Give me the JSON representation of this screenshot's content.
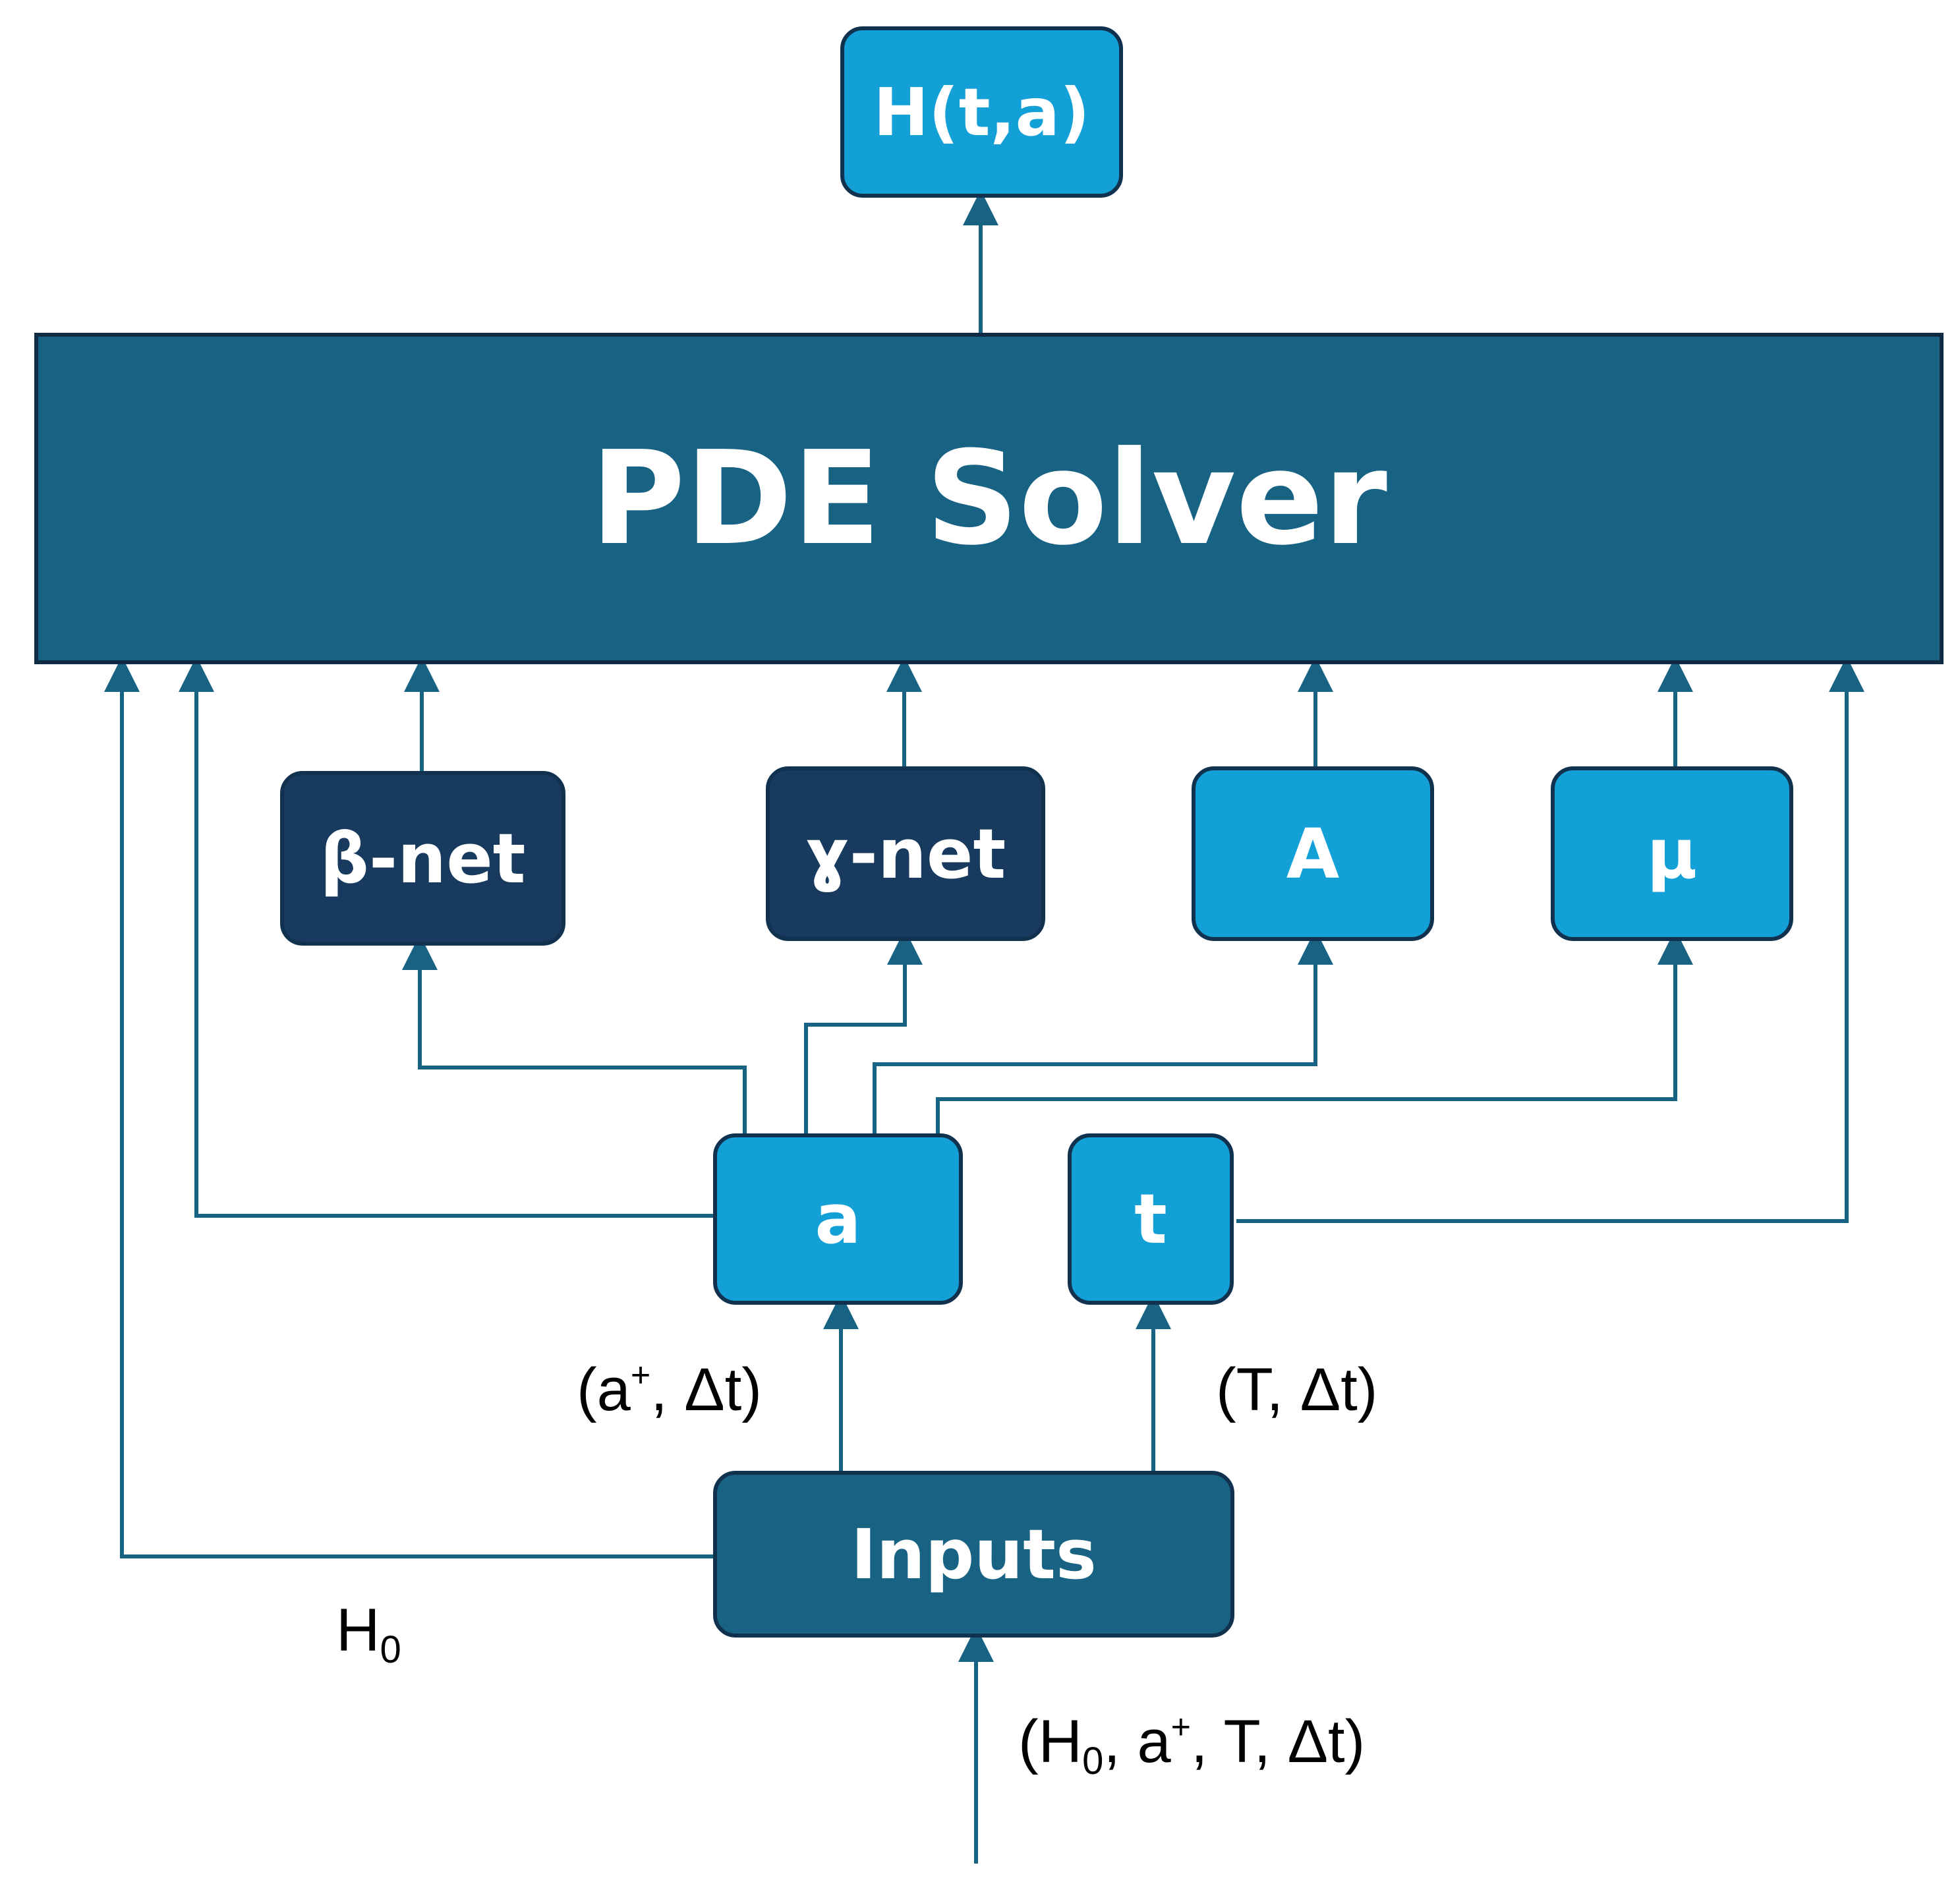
{
  "nodes": {
    "output": "H(t,a)",
    "solver": "PDE Solver",
    "beta_net": "β-net",
    "gamma_net": "ɣ-net",
    "A": "A",
    "mu": "μ",
    "a": "a",
    "t": "t",
    "inputs": "Inputs"
  },
  "labels": {
    "a_input": {
      "open": "(a",
      "sup": "+",
      "close": ", Δt)"
    },
    "t_input": "(T, Δt)",
    "h0": {
      "base": "H",
      "sub": "0"
    },
    "main_input": {
      "p1": "(H",
      "sub": "0",
      "p2": ", a",
      "sup": "+",
      "p3": ", T, Δt)"
    }
  },
  "colors": {
    "light_box": "#12a0d7",
    "navy_box": "#183a5e",
    "solver_box": "#186384",
    "wire": "#186384"
  }
}
